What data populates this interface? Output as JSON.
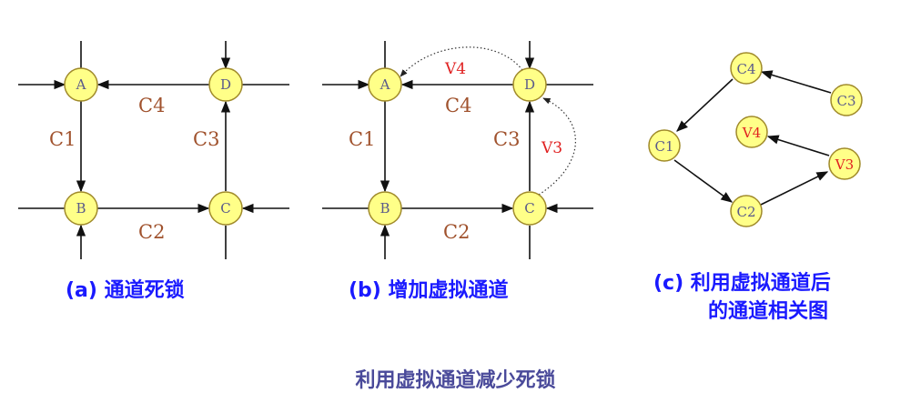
{
  "panel_a": {
    "nodes": {
      "a": "A",
      "b": "B",
      "c": "C",
      "d": "D"
    },
    "channels": {
      "c1": "C1",
      "c2": "C2",
      "c3": "C3",
      "c4": "C4"
    },
    "caption": "(a) 通道死锁"
  },
  "panel_b": {
    "nodes": {
      "a": "A",
      "b": "B",
      "c": "C",
      "d": "D"
    },
    "channels": {
      "c1": "C1",
      "c2": "C2",
      "c3": "C3",
      "c4": "C4",
      "v3": "V3",
      "v4": "V4"
    },
    "caption": "(b) 增加虚拟通道"
  },
  "panel_c": {
    "nodes": {
      "c1": "C1",
      "c2": "C2",
      "c3": "C3",
      "c4": "C4",
      "v3": "V3",
      "v4": "V4"
    },
    "caption_line1": "(c) 利用虚拟通道后",
    "caption_line2": "的通道相关图"
  },
  "title": "利用虚拟通道减少死锁",
  "colors": {
    "node_fill": "#ffff88",
    "channel_label": "#a0522d",
    "virtual_label": "#e02020",
    "caption": "#1a1aff"
  }
}
